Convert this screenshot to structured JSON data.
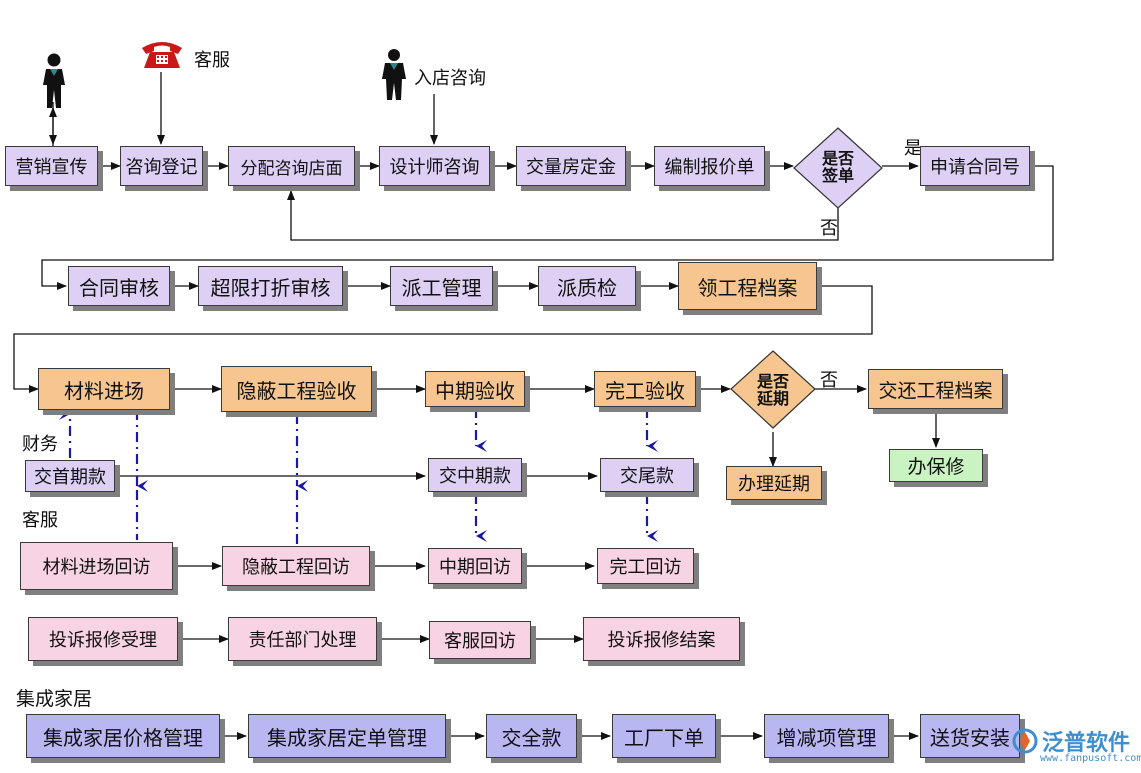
{
  "labels": {
    "customer_service_phone": "客服",
    "walk_in": "入店咨询",
    "yes_1": "是",
    "no_1": "否",
    "no_2": "否",
    "finance": "财务",
    "customer_service": "客服",
    "integrated_home": "集成家居"
  },
  "row1": {
    "marketing": "营销宣传",
    "inquiry_register": "咨询登记",
    "assign_store": "分配咨询店面",
    "designer_consult": "设计师咨询",
    "house_deposit": "交量房定金",
    "quotation": "编制报价单",
    "sign_decision_l1": "是否",
    "sign_decision_l2": "签单",
    "apply_contract": "申请合同号"
  },
  "row2": {
    "contract_review": "合同审核",
    "over_discount_review": "超限打折审核",
    "dispatch": "派工管理",
    "quality_check": "派质检",
    "get_archive": "领工程档案"
  },
  "row3": {
    "material_entry": "材料进场",
    "hidden_acceptance": "隐蔽工程验收",
    "mid_acceptance": "中期验收",
    "final_acceptance": "完工验收",
    "delay_decision_l1": "是否",
    "delay_decision_l2": "延期",
    "return_archive": "交还工程档案",
    "handle_delay": "办理延期",
    "warranty": "办保修"
  },
  "finance": {
    "first_payment": "交首期款",
    "mid_payment": "交中期款",
    "final_payment": "交尾款"
  },
  "service": {
    "material_visit": "材料进场回访",
    "hidden_visit": "隐蔽工程回访",
    "mid_visit": "中期回访",
    "final_visit": "完工回访"
  },
  "complaint": {
    "accept": "投诉报修受理",
    "dept_handle": "责任部门处理",
    "cs_visit": "客服回访",
    "close": "投诉报修结案"
  },
  "home": {
    "price_mgmt": "集成家居价格管理",
    "order_mgmt": "集成家居定单管理",
    "full_payment": "交全款",
    "factory_order": "工厂下单",
    "change_mgmt": "增减项管理",
    "delivery_install": "送货安装"
  },
  "logo": {
    "name": "泛普软件",
    "url": "www.fanpusoft.com"
  }
}
